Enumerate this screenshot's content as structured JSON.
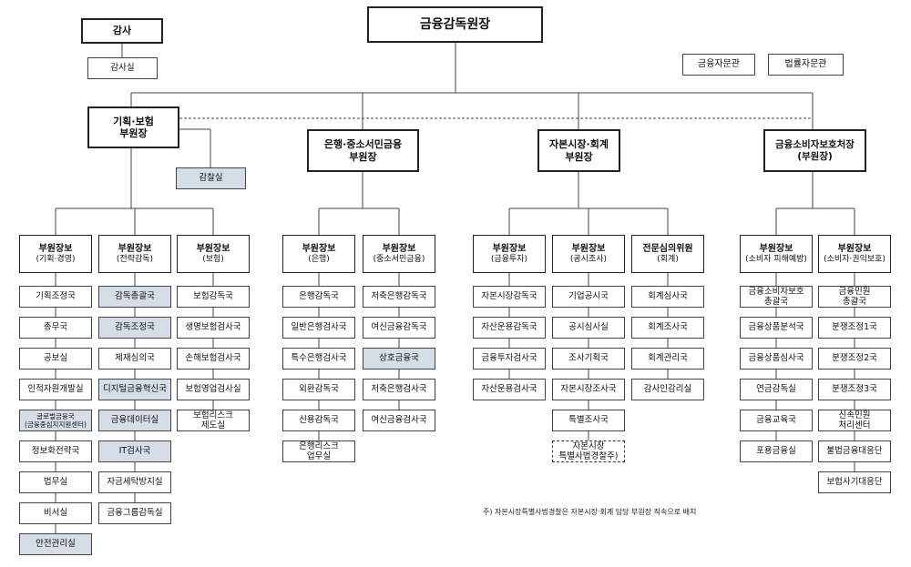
{
  "top": {
    "governor": "금융감독원장",
    "auditor": "감사",
    "auditor_office": "감사실",
    "advisors": [
      "금융자문관",
      "법률자문관"
    ]
  },
  "deputy_governors": [
    "기획·보험\n부원장",
    "은행·중소서민금융\n부원장",
    "자본시장·회계\n부원장",
    "금융소비자보호처장\n(부원장)"
  ],
  "inspection_office": "감찰실",
  "columns": [
    {
      "title": "부원장보",
      "sub": "(기획·경영)",
      "items": [
        {
          "label": "기획조정국"
        },
        {
          "label": "총무국"
        },
        {
          "label": "공보실"
        },
        {
          "label": "인적자원개발실"
        },
        {
          "label": "글로벌금융국\n(금융중심지지원센터)",
          "shaded": true,
          "small": true
        },
        {
          "label": "정보화전략국"
        },
        {
          "label": "법무실"
        },
        {
          "label": "비서실"
        },
        {
          "label": "안전관리실",
          "shaded": true
        }
      ]
    },
    {
      "title": "부원장보",
      "sub": "(전략감독)",
      "items": [
        {
          "label": "감독총괄국",
          "shaded": true
        },
        {
          "label": "감독조정국",
          "shaded": true
        },
        {
          "label": "제재심의국"
        },
        {
          "label": "디지털금융혁신국",
          "shaded": true
        },
        {
          "label": "금융데이터실",
          "shaded": true
        },
        {
          "label": "IT검사국",
          "shaded": true
        },
        {
          "label": "자금세탁방지실"
        },
        {
          "label": "금융그룹감독실"
        }
      ]
    },
    {
      "title": "부원장보",
      "sub": "(보험)",
      "items": [
        {
          "label": "보험감독국"
        },
        {
          "label": "생명보험검사국"
        },
        {
          "label": "손해보험검사국"
        },
        {
          "label": "보험영업검사실"
        },
        {
          "label": "보험리스크\n제도실"
        }
      ]
    },
    {
      "title": "부원장보",
      "sub": "(은행)",
      "items": [
        {
          "label": "은행감독국"
        },
        {
          "label": "일반은행검사국"
        },
        {
          "label": "특수은행검사국"
        },
        {
          "label": "외환감독국"
        },
        {
          "label": "신용감독국"
        },
        {
          "label": "은행리스크\n업무실"
        }
      ]
    },
    {
      "title": "부원장보",
      "sub": "(중소서민금융)",
      "items": [
        {
          "label": "저축은행감독국"
        },
        {
          "label": "여신금융감독국"
        },
        {
          "label": "상호금융국",
          "shaded": true
        },
        {
          "label": "저축은행검사국"
        },
        {
          "label": "여신금융검사국"
        }
      ]
    },
    {
      "title": "부원장보",
      "sub": "(금융투자)",
      "items": [
        {
          "label": "자본시장감독국"
        },
        {
          "label": "자산운용감독국"
        },
        {
          "label": "금융투자검사국"
        },
        {
          "label": "자산운용검사국"
        }
      ]
    },
    {
      "title": "부원장보",
      "sub": "(공시조사)",
      "items": [
        {
          "label": "기업공시국"
        },
        {
          "label": "공시심사실"
        },
        {
          "label": "조사기획국"
        },
        {
          "label": "자본시장조사국"
        },
        {
          "label": "특별조사국"
        },
        {
          "label": "자본시장\n특별사법경찰주)",
          "dashed": true
        }
      ]
    },
    {
      "title": "전문심의위원",
      "sub": "(회계)",
      "items": [
        {
          "label": "회계심사국"
        },
        {
          "label": "회계조사국"
        },
        {
          "label": "회계관리국"
        },
        {
          "label": "감사인감리실"
        }
      ]
    },
    {
      "title": "부원장보",
      "sub": "(소비자 피해예방)",
      "items": [
        {
          "label": "금융소비자보호\n총괄국"
        },
        {
          "label": "금융상품분석국"
        },
        {
          "label": "금융상품심사국"
        },
        {
          "label": "연금감독실"
        },
        {
          "label": "금융교육국"
        },
        {
          "label": "포용금융실"
        }
      ]
    },
    {
      "title": "부원장보",
      "sub": "(소비자·권익보호)",
      "items": [
        {
          "label": "금융민원\n총괄국"
        },
        {
          "label": "분쟁조정1국"
        },
        {
          "label": "분쟁조정2국"
        },
        {
          "label": "분쟁조정3국"
        },
        {
          "label": "신속민원\n처리센터"
        },
        {
          "label": "불법금융대응단"
        },
        {
          "label": "보험사기대응단"
        }
      ]
    }
  ],
  "footnote": "주) 자본시장특별사법경찰은 자본시장·회계 담당 부원장 직속으로 배치",
  "colors": {
    "shade": "#d5dde7",
    "line": "#444444"
  }
}
